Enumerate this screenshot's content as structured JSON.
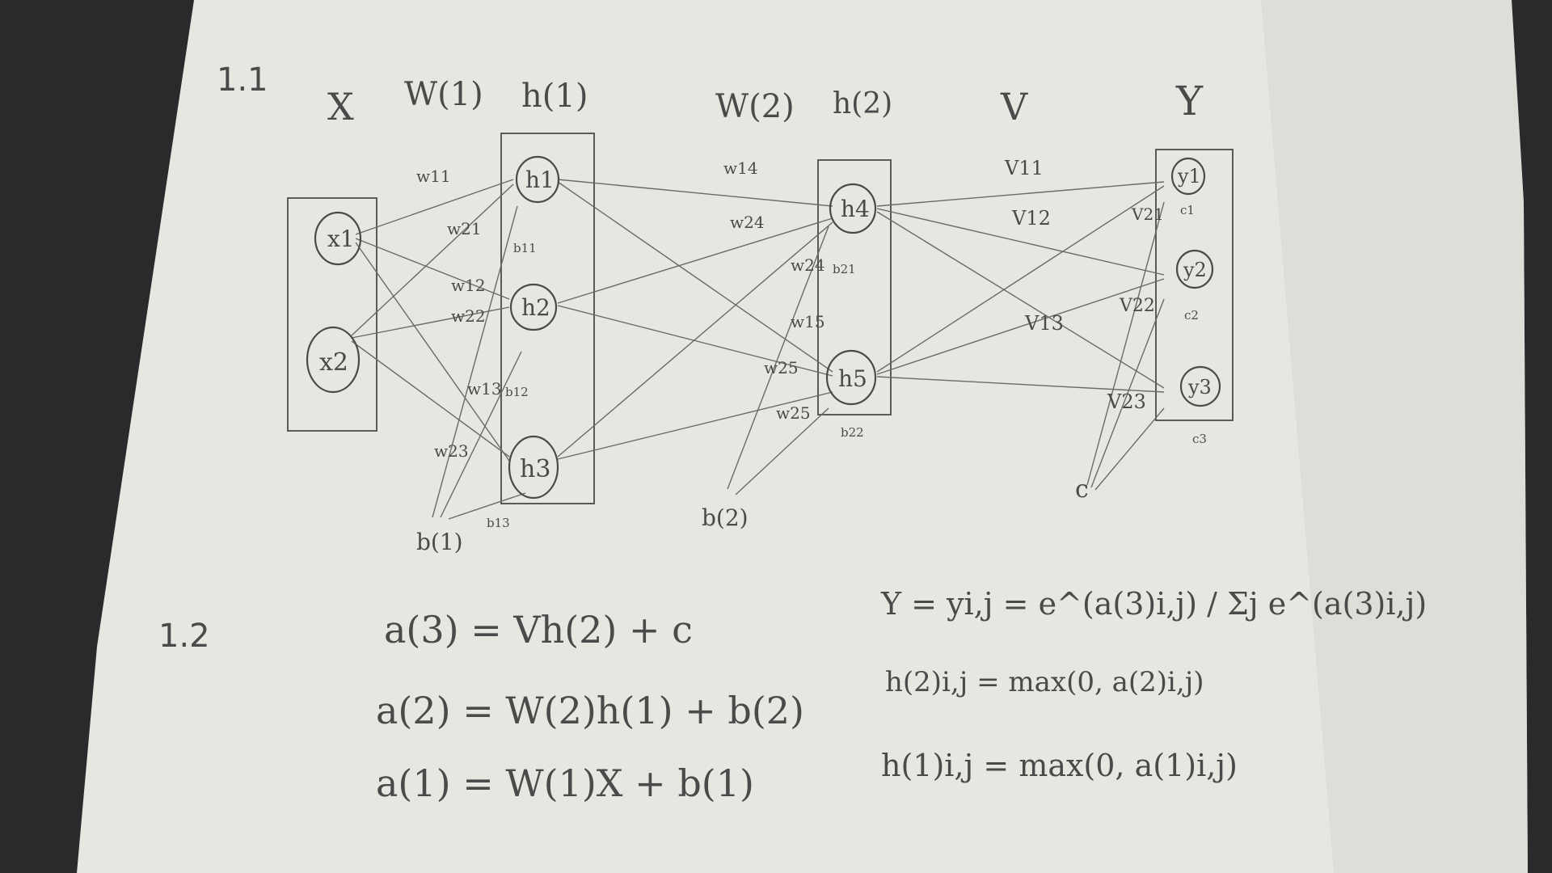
{
  "section_labels": {
    "s11": "1.1",
    "s12": "1.2"
  },
  "layer_titles": {
    "x": "X",
    "w1": "W(1)",
    "h1": "h(1)",
    "w2": "W(2)",
    "h2": "h(2)",
    "v": "V",
    "y": "Y"
  },
  "nodes": {
    "x1": "x1",
    "x2": "x2",
    "h1": "h1",
    "h2": "h2",
    "h3": "h3",
    "h4": "h4",
    "h5": "h5",
    "y1": "y1",
    "y2": "y2",
    "y3": "y3"
  },
  "weights": {
    "w11": "w11",
    "w21": "w21",
    "w12": "w12",
    "w22": "w22",
    "w13": "w13",
    "w23": "w23",
    "w14": "w14",
    "w24a": "w24",
    "w24b": "w24",
    "w15": "w15",
    "w25a": "w25",
    "w25b": "w25",
    "v11": "V11",
    "v12": "V12",
    "v13": "V13",
    "v21": "V21",
    "v22": "V22",
    "v23": "V23"
  },
  "biases": {
    "b11": "b11",
    "b12": "b12",
    "b13": "b13",
    "b21": "b21",
    "b22": "b22",
    "c1": "c1",
    "c2": "c2",
    "c3": "c3",
    "b1": "b(1)",
    "b2": "b(2)",
    "c": "c"
  },
  "equations": {
    "a3": "a(3) = Vh(2) + c",
    "a2": "a(2) = W(2)h(1) + b(2)",
    "a1": "a(1) = W(1)X + b(1)",
    "y": "Y = yi,j = e^(a(3)i,j) / Σj e^(a(3)i,j)",
    "h2": "h(2)i,j = max(0, a(2)i,j)",
    "h1": "h(1)i,j = max(0, a(1)i,j)"
  }
}
